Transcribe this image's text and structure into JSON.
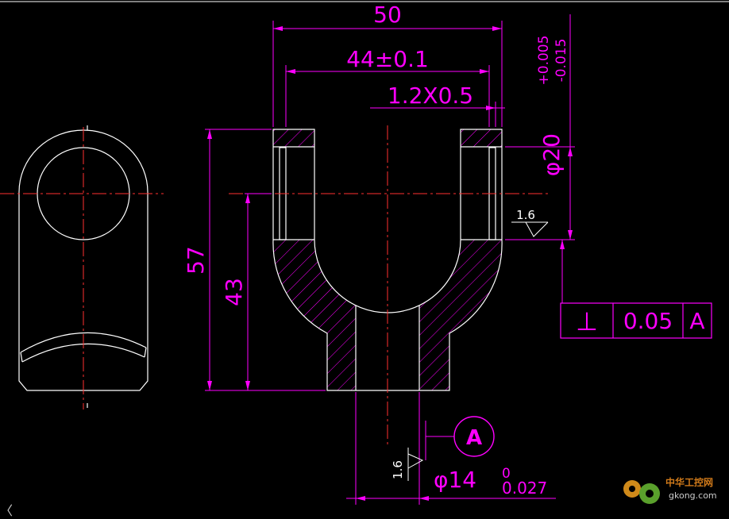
{
  "colors": {
    "outline": "#ffffff",
    "dimension": "#ff00ff",
    "centerline": "#ff3030",
    "hatch": "#ff00ff",
    "background": "#000000"
  },
  "dimensions": {
    "overall_width": "50",
    "inner_width": "44±0.1",
    "chamfer": "1.2X0.5",
    "bore_diameter": "φ20",
    "bore_tol_upper": "+0.005",
    "bore_tol_lower": "-0.015",
    "overall_height": "57",
    "center_height": "43",
    "roughness_bore": "1.6",
    "roughness_shaft": "1.6",
    "shaft_diameter": "φ14",
    "shaft_tol_upper": "0",
    "shaft_tol_lower": "0.027"
  },
  "tolerance_frame": {
    "symbol": "⊥",
    "value": "0.05",
    "datum": "A"
  },
  "datum_label": "A",
  "watermark": {
    "brand": "中华工控网",
    "url": "gkong.com"
  },
  "ui": {
    "chevron": "〈"
  }
}
